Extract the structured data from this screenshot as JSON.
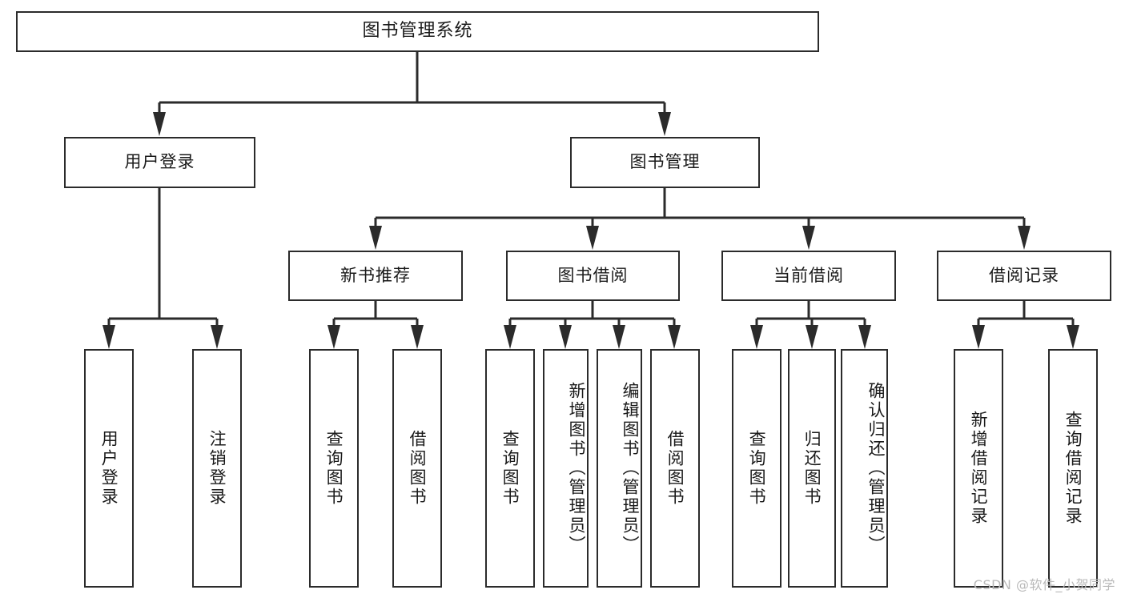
{
  "diagram": {
    "type": "tree-hierarchy",
    "title": "图书管理系统",
    "watermark": "CSDN @软件_小贺同学",
    "colors": {
      "stroke": "#2b2b2b",
      "fill": "#ffffff",
      "text": "#1a1a1a",
      "watermark": "#b9b9b9"
    },
    "levels": {
      "level1": [
        {
          "id": "root",
          "label": "图书管理系统"
        }
      ],
      "level2": [
        {
          "id": "user-login",
          "label": "用户登录"
        },
        {
          "id": "book-manage",
          "label": "图书管理"
        }
      ],
      "level3": [
        {
          "id": "new-book-rec",
          "label": "新书推荐"
        },
        {
          "id": "book-borrow",
          "label": "图书借阅"
        },
        {
          "id": "current-borrow",
          "label": "当前借阅"
        },
        {
          "id": "borrow-record",
          "label": "借阅记录"
        }
      ],
      "level4": [
        {
          "id": "leaf-user-login",
          "label": "用户登录"
        },
        {
          "id": "leaf-logout",
          "label": "注销登录"
        },
        {
          "id": "leaf-query-book-1",
          "label": "查询图书"
        },
        {
          "id": "leaf-borrow-book-1",
          "label": "借阅图书"
        },
        {
          "id": "leaf-query-book-2",
          "label": "查询图书"
        },
        {
          "id": "leaf-add-book",
          "label": "新增图书（管理员）"
        },
        {
          "id": "leaf-edit-book",
          "label": "编辑图书（管理员）"
        },
        {
          "id": "leaf-borrow-book-2",
          "label": "借阅图书"
        },
        {
          "id": "leaf-query-book-3",
          "label": "查询图书"
        },
        {
          "id": "leaf-return-book",
          "label": "归还图书"
        },
        {
          "id": "leaf-confirm-return",
          "label": "确认归还（管理员）"
        },
        {
          "id": "leaf-add-record",
          "label": "新增借阅记录"
        },
        {
          "id": "leaf-query-record",
          "label": "查询借阅记录"
        }
      ]
    },
    "edges": [
      {
        "from": "root",
        "to": "user-login"
      },
      {
        "from": "root",
        "to": "book-manage"
      },
      {
        "from": "user-login",
        "to": "leaf-user-login"
      },
      {
        "from": "user-login",
        "to": "leaf-logout"
      },
      {
        "from": "book-manage",
        "to": "new-book-rec"
      },
      {
        "from": "book-manage",
        "to": "book-borrow"
      },
      {
        "from": "book-manage",
        "to": "current-borrow"
      },
      {
        "from": "book-manage",
        "to": "borrow-record"
      },
      {
        "from": "new-book-rec",
        "to": "leaf-query-book-1"
      },
      {
        "from": "new-book-rec",
        "to": "leaf-borrow-book-1"
      },
      {
        "from": "book-borrow",
        "to": "leaf-query-book-2"
      },
      {
        "from": "book-borrow",
        "to": "leaf-add-book"
      },
      {
        "from": "book-borrow",
        "to": "leaf-edit-book"
      },
      {
        "from": "book-borrow",
        "to": "leaf-borrow-book-2"
      },
      {
        "from": "current-borrow",
        "to": "leaf-query-book-3"
      },
      {
        "from": "current-borrow",
        "to": "leaf-return-book"
      },
      {
        "from": "current-borrow",
        "to": "leaf-confirm-return"
      },
      {
        "from": "borrow-record",
        "to": "leaf-add-record"
      },
      {
        "from": "borrow-record",
        "to": "leaf-query-record"
      }
    ]
  }
}
